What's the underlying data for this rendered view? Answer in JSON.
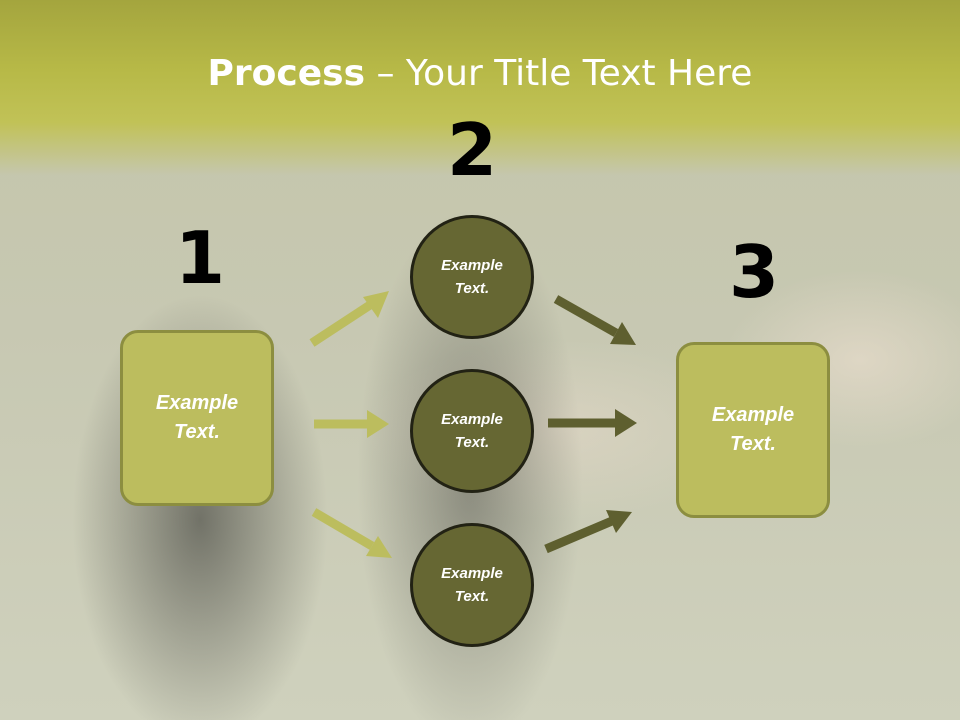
{
  "slide": {
    "title_bold": "Process",
    "title_rest": " – Your Title Text Here"
  },
  "steps": {
    "n1": "1",
    "n2": "2",
    "n3": "3"
  },
  "boxes": {
    "left": {
      "line1": "Example",
      "line2": "Text."
    },
    "right": {
      "line1": "Example",
      "line2": "Text."
    }
  },
  "circles": {
    "top": {
      "line1": "Example",
      "line2": "Text."
    },
    "middle": {
      "line1": "Example",
      "line2": "Text."
    },
    "bottom": {
      "line1": "Example",
      "line2": "Text."
    }
  },
  "colors": {
    "title_band": "#b7b947",
    "box_fill": "#bcbd5e",
    "box_border": "#8c8e40",
    "circle_fill": "#666733",
    "arrow_light": "#bcbd5e",
    "arrow_dark": "#5e5f2f"
  },
  "background_image": "blurred photo of a couple dancing"
}
